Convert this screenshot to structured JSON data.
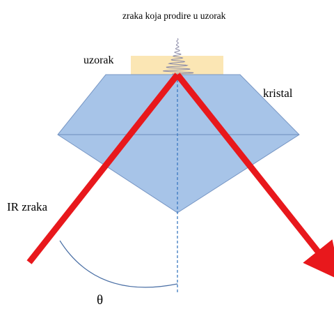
{
  "labels": {
    "penetrating_beam": "zraka koja prodire u uzorak",
    "sample": "uzorak",
    "crystal": "kristal",
    "ir_beam": "IR zraka",
    "angle": "θ"
  },
  "colors": {
    "crystal_fill": "#a7c4e8",
    "crystal_stroke": "#7796c4",
    "sample_fill": "#fbe6b4",
    "beam": "#e8181c",
    "evanescent_wave": "#8c8ca8",
    "normal_line": "#3a78c0",
    "angle_arc": "#4a6fa5"
  }
}
